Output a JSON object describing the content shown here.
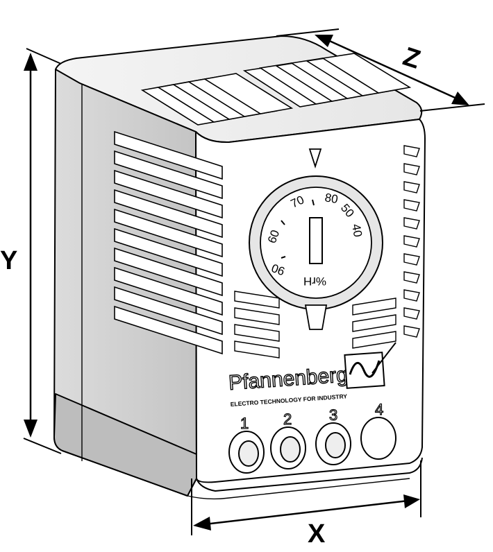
{
  "dimensions": {
    "x": "X",
    "y": "Y",
    "z": "Z"
  },
  "brand": {
    "name": "Pfannenberg",
    "tagline": "ELECTRO TECHNOLOGY FOR INDUSTRY"
  },
  "dial": {
    "scale": [
      "60",
      "70",
      "80",
      "50",
      "40",
      "90",
      "%rH"
    ]
  },
  "terminals": [
    "1",
    "2",
    "3",
    "4"
  ]
}
